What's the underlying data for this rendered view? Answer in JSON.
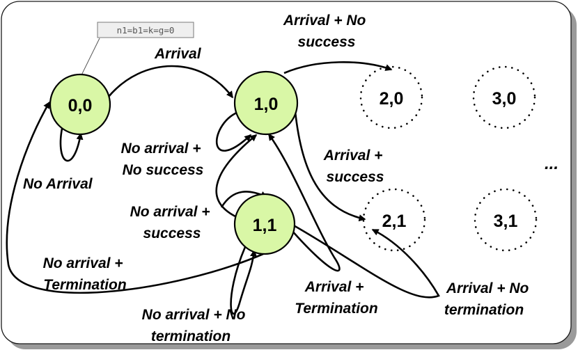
{
  "states": {
    "s00": "0,0",
    "s10": "1,0",
    "s11": "1,1",
    "s20": "2,0",
    "s30": "3,0",
    "s21": "2,1",
    "s31": "3,1"
  },
  "note": "n1=b1=k=g=0",
  "ellipsis": "...",
  "transitions": {
    "arrival": "Arrival",
    "no_arrival": "No Arrival",
    "arrival_no_success": [
      "Arrival + No",
      "success"
    ],
    "no_arrival_no_success": [
      "No arrival +",
      "No success"
    ],
    "arrival_success": [
      "Arrival +",
      "success"
    ],
    "no_arrival_success": [
      "No arrival +",
      "success"
    ],
    "no_arrival_termination": [
      "No arrival +",
      "Termination"
    ],
    "arrival_termination": [
      "Arrival +",
      "Termination"
    ],
    "arrival_no_termination": [
      "Arrival +  No",
      "termination"
    ],
    "no_arrival_no_termination": [
      "No arrival +  No",
      "termination"
    ]
  }
}
